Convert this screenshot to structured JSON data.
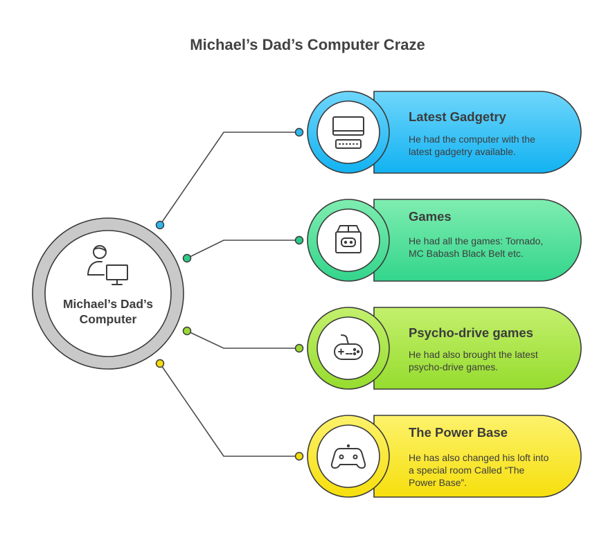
{
  "title": "Michael’s Dad’s Computer Craze",
  "center": {
    "label": "Michael’s Dad’s Computer",
    "icon": "person-computer-icon"
  },
  "items": [
    {
      "title": "Latest Gadgetry",
      "description": "He had the computer with the latest gadgetry available.",
      "icon": "desktop-keyboard-icon",
      "color_light": "#6fd6fb",
      "color_dark": "#12b2f2",
      "node_color": "#2fb8ec"
    },
    {
      "title": "Games",
      "description": "He had all the games: Tornado, MC Babash Black Belt etc.",
      "icon": "game-box-icon",
      "color_light": "#7fedb0",
      "color_dark": "#33d58c",
      "node_color": "#2ec887"
    },
    {
      "title": "Psycho-drive games",
      "description": "He had also brought the latest psycho-drive games.",
      "icon": "gamepad-cable-icon",
      "color_light": "#c3f06d",
      "color_dark": "#96dc2e",
      "node_color": "#9bd936"
    },
    {
      "title": "The Power Base",
      "description": "He has also changed his loft into a special room Called “The Power Base”.",
      "icon": "game-controller-icon",
      "color_light": "#fdf26c",
      "color_dark": "#f6df0d",
      "node_color": "#f2dc10"
    }
  ]
}
